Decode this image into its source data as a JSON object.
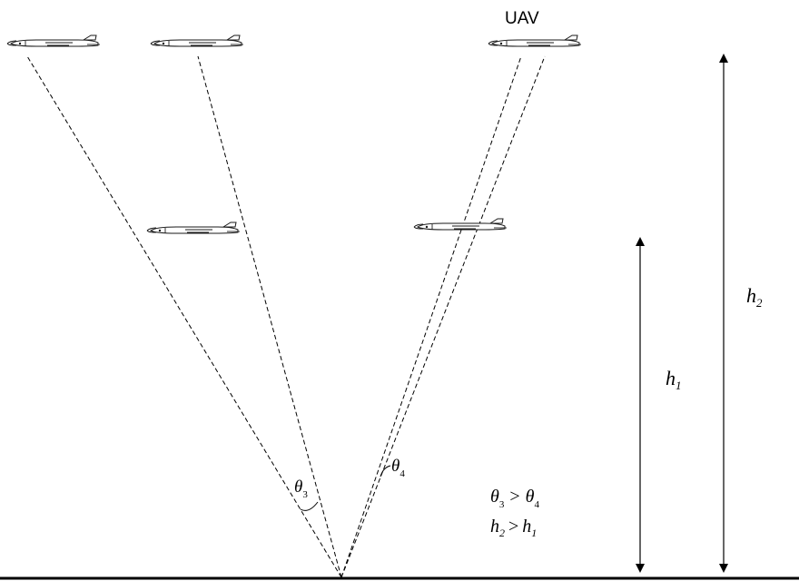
{
  "uav_label": "UAV",
  "height_labels": {
    "h1": {
      "base": "h",
      "sub": "1"
    },
    "h2": {
      "base": "h",
      "sub": "2"
    }
  },
  "angle_labels": {
    "theta3": {
      "base": "θ",
      "sub": "3"
    },
    "theta4": {
      "base": "θ",
      "sub": "4"
    }
  },
  "relations": {
    "angle": {
      "left_base": "θ",
      "left_sub": "3",
      "op": ">",
      "right_base": "θ",
      "right_sub": "4"
    },
    "height": {
      "left_base": "h",
      "left_sub": "2",
      "op": ">",
      "right_base": "h",
      "right_sub": "1"
    }
  },
  "colors": {
    "line": "#000000",
    "background": "#ffffff"
  },
  "icons": [
    "uav-icon"
  ]
}
